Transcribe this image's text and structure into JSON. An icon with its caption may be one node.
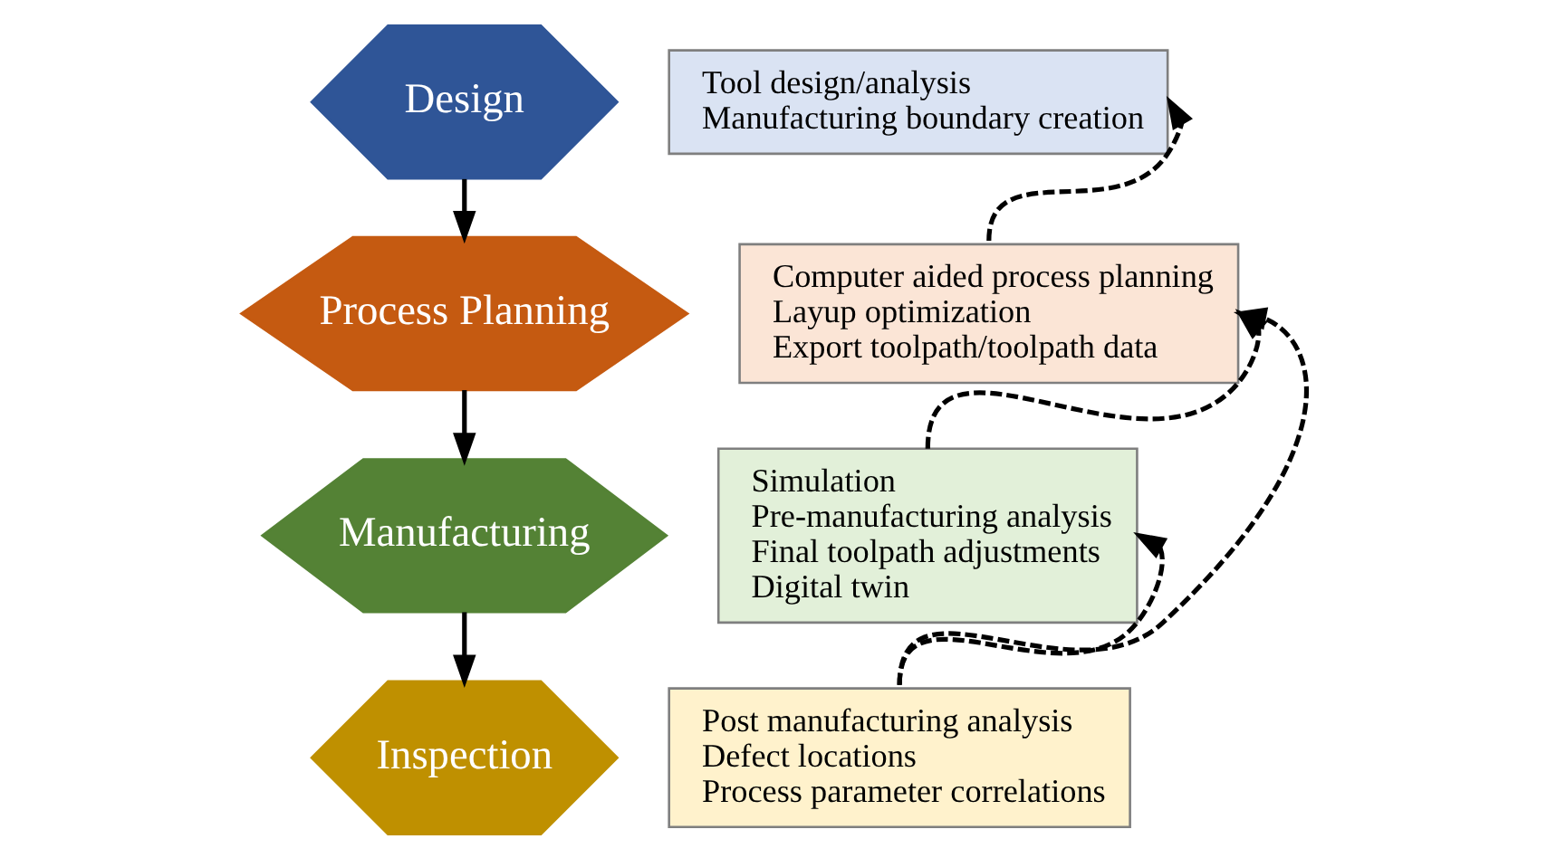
{
  "diagram": {
    "nodes": [
      {
        "text": [
          "Design"
        ]
      },
      {
        "text": [
          "Tool design/analysis",
          "Manufacturing boundary creation"
        ]
      },
      {
        "text": [
          "Process Planning"
        ]
      },
      {
        "text": [
          "Computer aided process planning",
          "Layup optimization",
          "Export toolpath/toolpath data"
        ]
      },
      {
        "text": [
          "Manufacturing"
        ]
      },
      {
        "text": [
          "Simulation",
          "Pre-manufacturing analysis",
          "Final toolpath adjustments",
          "Digital twin"
        ]
      },
      {
        "text": [
          "Inspection"
        ]
      },
      {
        "text": [
          "Post manufacturing analysis",
          "Defect locations",
          "Process parameter correlations"
        ]
      }
    ],
    "edges": [
      {
        "from": 0,
        "to": 2,
        "arrow": "to"
      },
      {
        "from": 2,
        "to": 4,
        "arrow": "to"
      },
      {
        "from": 4,
        "to": 6,
        "arrow": "to"
      },
      {
        "from": 3,
        "to": 1,
        "arrow": "to",
        "style": "dashed"
      },
      {
        "from": 5,
        "to": 3,
        "arrow": "to",
        "style": "dashed"
      },
      {
        "from": 7,
        "to": 3,
        "arrow": "to",
        "style": "dashed"
      },
      {
        "from": 7,
        "to": 5,
        "arrow": "to",
        "style": "dashed"
      }
    ]
  }
}
